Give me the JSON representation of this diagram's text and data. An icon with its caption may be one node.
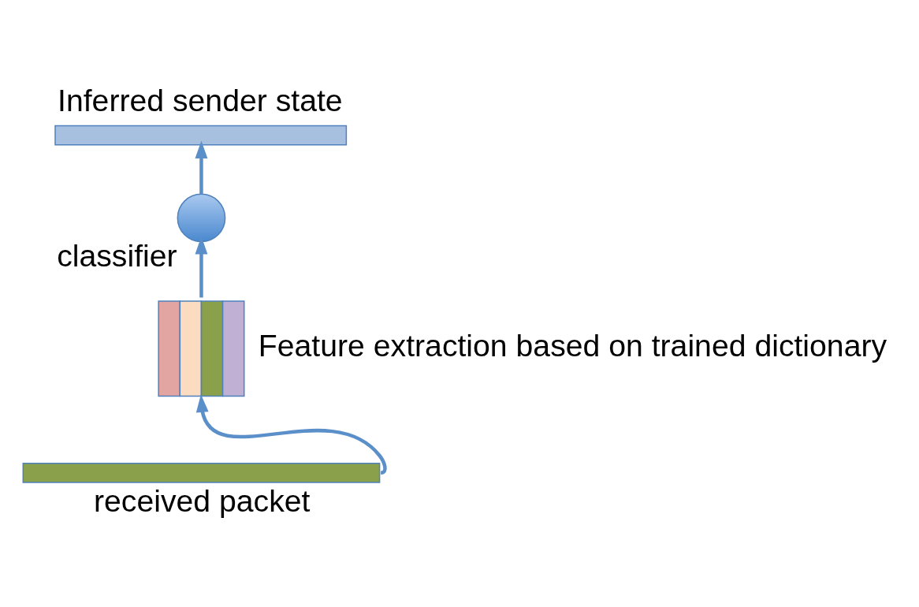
{
  "diagram": {
    "nodes": [
      {
        "text": [],
        "shape": "bar",
        "beside": [
          "received packet"
        ]
      },
      {
        "text": [],
        "shape": "box",
        "beside": [
          "Feature extraction based on trained dictionary"
        ]
      },
      {
        "text": [],
        "shape": "circle",
        "beside": [
          "classifier"
        ]
      },
      {
        "text": [],
        "shape": "bar",
        "beside": [
          "Inferred sender state"
        ]
      }
    ],
    "edges": [
      {
        "from": 0,
        "to": 1,
        "arrow": "to"
      },
      {
        "from": 1,
        "to": 2,
        "arrow": "to"
      },
      {
        "from": 2,
        "to": 3,
        "arrow": "to"
      }
    ]
  }
}
